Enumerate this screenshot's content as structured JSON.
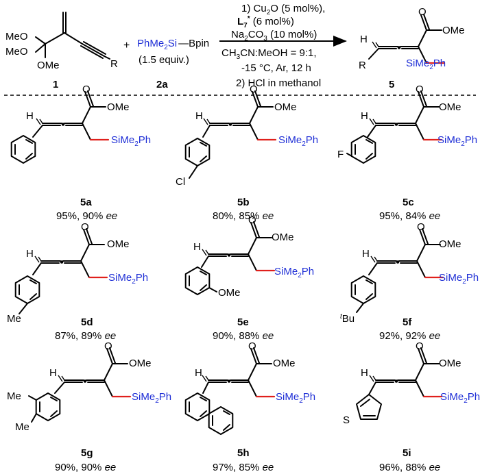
{
  "scheme": {
    "reactant_1": {
      "groups": [
        "MeO",
        "MeO",
        "OMe",
        "R"
      ],
      "label": "1"
    },
    "plus": "+",
    "reagent_2a": {
      "name_blue": "PhMe",
      "sub": "2",
      "name_rest": "Si—Bpin",
      "equiv": "(1.5 equiv.)",
      "label": "2a"
    },
    "conditions": {
      "line1": "1) Cu",
      "line1_sub": "2",
      "line1_rest": "O (5 mol%),",
      "line2_bold": "L",
      "line2_sub": "7",
      "line2_sup": "*",
      "line2_rest": " (6 mol%)",
      "line3": "Na",
      "line3_sub": "2",
      "line3_mid": "CO",
      "line3_sub2": "3",
      "line3_rest": " (10 mol%)",
      "line4": "CH",
      "line4_sub": "3",
      "line4_rest": "CN:MeOH = 9:1,",
      "line5": "-15 °C, Ar, 12 h",
      "line6": "2) HCl in methanol"
    },
    "product": {
      "H": "H",
      "ester": "OMe",
      "O": "O",
      "R": "R",
      "si": "SiMe",
      "si_sub": "2",
      "si_rest": "Ph",
      "label": "5"
    }
  },
  "products": [
    {
      "label": "5a",
      "yield": "95%, 90%",
      "ee": "ee",
      "substituent": ""
    },
    {
      "label": "5b",
      "yield": "80%, 85%",
      "ee": "ee",
      "substituent": "Cl"
    },
    {
      "label": "5c",
      "yield": "95%, 84%",
      "ee": "ee",
      "substituent": "F"
    },
    {
      "label": "5d",
      "yield": "87%, 89%",
      "ee": "ee",
      "substituent": "Me"
    },
    {
      "label": "5e",
      "yield": "90%, 88%",
      "ee": "ee",
      "substituent": "OMe"
    },
    {
      "label": "5f",
      "yield": "92%, 92%",
      "ee": "ee",
      "substituent_sup": "t",
      "substituent": "Bu"
    },
    {
      "label": "5g",
      "yield": "90%, 90%",
      "ee": "ee",
      "substituent": "Me",
      "substituent2": "Me"
    },
    {
      "label": "5h",
      "yield": "97%, 85%",
      "ee": "ee",
      "substituent": ""
    },
    {
      "label": "5i",
      "yield": "96%, 88%",
      "ee": "ee",
      "substituent": "S"
    }
  ],
  "common": {
    "H": "H",
    "O": "O",
    "ester": "OMe",
    "si": "SiMe",
    "si_sub": "2",
    "si_rest": "Ph"
  }
}
